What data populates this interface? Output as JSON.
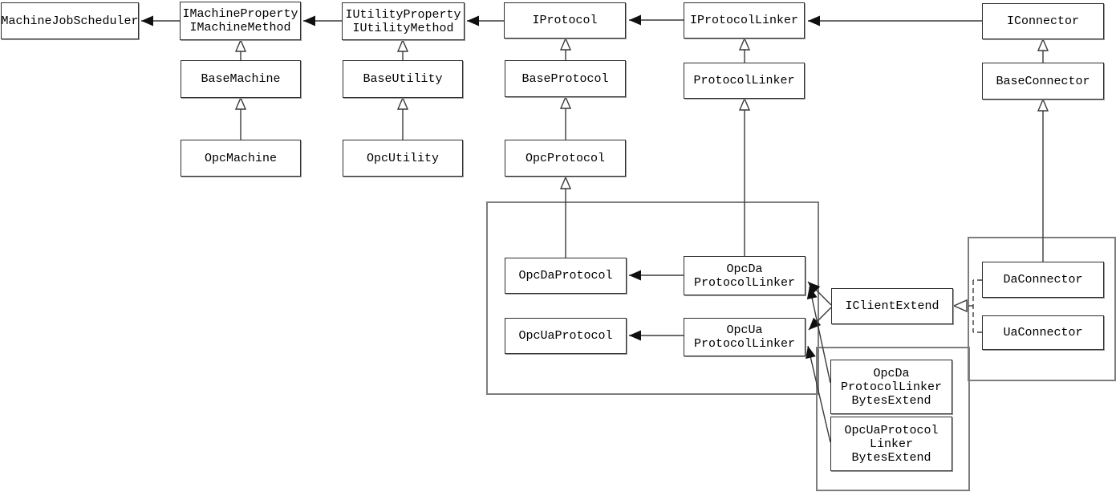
{
  "diagram": {
    "kind": "uml-class-diagram",
    "background_color": "#ffffff",
    "line_color": "#3a3a3a",
    "container_border_color": "#7d7d7d",
    "box_border_color": "#2e2e2e",
    "nodes": {
      "machine_job_scheduler": [
        "MachineJobScheduler"
      ],
      "i_machine": [
        "IMachineProperty",
        "IMachineMethod"
      ],
      "i_utility": [
        "IUtilityProperty",
        "IUtilityMethod"
      ],
      "i_protocol": [
        "IProtocol"
      ],
      "i_protocol_linker": [
        "IProtocolLinker"
      ],
      "i_connector": [
        "IConnector"
      ],
      "base_machine": [
        "BaseMachine"
      ],
      "base_utility": [
        "BaseUtility"
      ],
      "base_protocol": [
        "BaseProtocol"
      ],
      "protocol_linker": [
        "ProtocolLinker"
      ],
      "base_connector": [
        "BaseConnector"
      ],
      "opc_machine": [
        "OpcMachine"
      ],
      "opc_utility": [
        "OpcUtility"
      ],
      "opc_protocol": [
        "OpcProtocol"
      ],
      "opc_da_protocol": [
        "OpcDaProtocol"
      ],
      "opc_ua_protocol": [
        "OpcUaProtocol"
      ],
      "opc_da_protocol_linker": [
        "OpcDa",
        "ProtocolLinker"
      ],
      "opc_ua_protocol_linker": [
        "OpcUa",
        "ProtocolLinker"
      ],
      "i_client_extend": [
        "IClientExtend"
      ],
      "da_connector": [
        "DaConnector"
      ],
      "ua_connector": [
        "UaConnector"
      ],
      "opc_da_protocol_linker_bytes_extend": [
        "OpcDa",
        "ProtocolLinker",
        "BytesExtend"
      ],
      "opc_ua_protocol_linker_bytes_extend": [
        "OpcUaProtocol",
        "Linker",
        "BytesExtend"
      ]
    },
    "edges": [
      {
        "from": "IMachineProperty/IMachineMethod",
        "to": "MachineJobScheduler",
        "type": "association-arrow"
      },
      {
        "from": "IUtilityProperty/IUtilityMethod",
        "to": "IMachineProperty/IMachineMethod",
        "type": "association-arrow"
      },
      {
        "from": "IProtocol",
        "to": "IUtilityProperty/IUtilityMethod",
        "type": "association-arrow"
      },
      {
        "from": "IProtocolLinker",
        "to": "IProtocol",
        "type": "association-arrow"
      },
      {
        "from": "IConnector",
        "to": "IProtocolLinker",
        "type": "association-arrow"
      },
      {
        "from": "OpcDaProtocolLinker",
        "to": "OpcDaProtocol",
        "type": "association-arrow"
      },
      {
        "from": "OpcUaProtocolLinker",
        "to": "OpcUaProtocol",
        "type": "association-arrow"
      },
      {
        "from": "IClientExtend",
        "to": "OpcDaProtocolLinker",
        "type": "association-arrow"
      },
      {
        "from": "IClientExtend",
        "to": "OpcUaProtocolLinker",
        "type": "association-arrow"
      },
      {
        "from": "OpcDaProtocolLinkerBytesExtend",
        "to": "OpcDaProtocolLinker",
        "type": "association-arrow"
      },
      {
        "from": "OpcUaProtocolLinkerBytesExtend",
        "to": "OpcUaProtocolLinker",
        "type": "association-arrow"
      },
      {
        "from": "BaseMachine",
        "to": "IMachineProperty/IMachineMethod",
        "type": "generalization"
      },
      {
        "from": "OpcMachine",
        "to": "BaseMachine",
        "type": "generalization"
      },
      {
        "from": "BaseUtility",
        "to": "IUtilityProperty/IUtilityMethod",
        "type": "generalization"
      },
      {
        "from": "OpcUtility",
        "to": "BaseUtility",
        "type": "generalization"
      },
      {
        "from": "BaseProtocol",
        "to": "IProtocol",
        "type": "generalization"
      },
      {
        "from": "OpcProtocol",
        "to": "BaseProtocol",
        "type": "generalization"
      },
      {
        "from": "OpcDaProtocol",
        "to": "OpcProtocol",
        "type": "generalization"
      },
      {
        "from": "ProtocolLinker",
        "to": "IProtocolLinker",
        "type": "generalization"
      },
      {
        "from": "OpcDaProtocolLinker",
        "to": "ProtocolLinker",
        "type": "generalization"
      },
      {
        "from": "BaseConnector",
        "to": "IConnector",
        "type": "generalization"
      },
      {
        "from": "DaConnector",
        "to": "BaseConnector",
        "type": "generalization"
      },
      {
        "from": "DaConnector",
        "to": "IClientExtend",
        "type": "realization-dashed"
      },
      {
        "from": "UaConnector",
        "to": "IClientExtend",
        "type": "realization-dashed"
      }
    ],
    "groups": [
      {
        "name": "opc-protocol-group",
        "contains": [
          "OpcDaProtocol",
          "OpcUaProtocol",
          "OpcDaProtocolLinker",
          "OpcUaProtocolLinker"
        ]
      },
      {
        "name": "connector-group",
        "contains": [
          "DaConnector",
          "UaConnector"
        ]
      },
      {
        "name": "bytes-extend-group",
        "contains": [
          "OpcDaProtocolLinkerBytesExtend",
          "OpcUaProtocolLinkerBytesExtend"
        ]
      }
    ]
  }
}
